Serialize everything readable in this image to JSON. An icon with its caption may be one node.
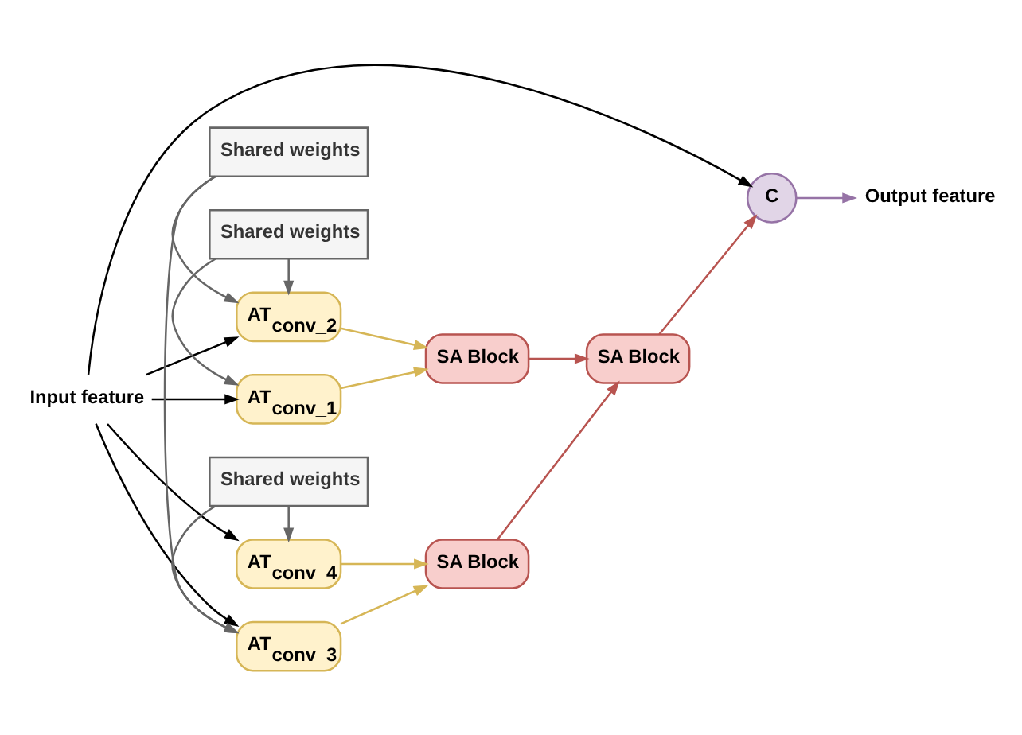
{
  "diagram": {
    "nodes": [
      {
        "text": [
          "Input feature"
        ]
      },
      {
        "text": [
          "AT$_{conv_1}$"
        ]
      },
      {
        "text": [
          "Shared weights"
        ]
      },
      {
        "text": [
          "AT$_{conv_2}$"
        ]
      },
      {
        "text": [
          "Shared weights"
        ]
      },
      {
        "text": [
          "AT$_{conv_3}$"
        ]
      },
      {
        "text": [
          "Shared weights"
        ]
      },
      {
        "text": [
          "AT$_{conv_4}$"
        ]
      },
      {
        "text": [
          "SA Block"
        ]
      },
      {
        "text": [
          "SA Block"
        ]
      },
      {
        "text": [
          "SA Block"
        ]
      },
      {
        "text": [
          "C"
        ]
      },
      {
        "text": [
          "Output feature"
        ]
      }
    ],
    "edges": [
      {
        "from": 0,
        "to": 1,
        "arrow": "to",
        "color": "#000000"
      },
      {
        "from": 0,
        "to": 3,
        "arrow": "to",
        "color": "#000000"
      },
      {
        "from": 0,
        "to": 5,
        "arrow": "to",
        "color": "#000000"
      },
      {
        "from": 0,
        "to": 7,
        "arrow": "to",
        "color": "#000000"
      },
      {
        "from": 0,
        "to": 11,
        "arrow": "to",
        "color": "#000000"
      },
      {
        "from": 2,
        "to": 1,
        "arrow": "to"
      },
      {
        "from": 2,
        "to": 3,
        "arrow": "to"
      },
      {
        "from": 4,
        "to": 3,
        "arrow": "to"
      },
      {
        "from": 4,
        "to": 5,
        "arrow": "to"
      },
      {
        "from": 6,
        "to": 5,
        "arrow": "to"
      },
      {
        "from": 6,
        "to": 7,
        "arrow": "to"
      },
      {
        "from": 1,
        "to": 8,
        "arrow": "to",
        "color": "#d6b656"
      },
      {
        "from": 3,
        "to": 8,
        "arrow": "to",
        "color": "#d6b656"
      },
      {
        "from": 5,
        "to": 10,
        "arrow": "to",
        "color": "#d6b656"
      },
      {
        "from": 7,
        "to": 10,
        "arrow": "to",
        "color": "#d6b656"
      },
      {
        "from": 8,
        "to": 9,
        "arrow": "to",
        "color": "#b85450"
      },
      {
        "from": 10,
        "to": 9,
        "arrow": "to",
        "color": "#b85450"
      },
      {
        "from": 9,
        "to": 11,
        "arrow": "to",
        "color": "#b85450"
      },
      {
        "from": 11,
        "to": 12,
        "arrow": "to",
        "color": "#9673a6"
      }
    ]
  }
}
